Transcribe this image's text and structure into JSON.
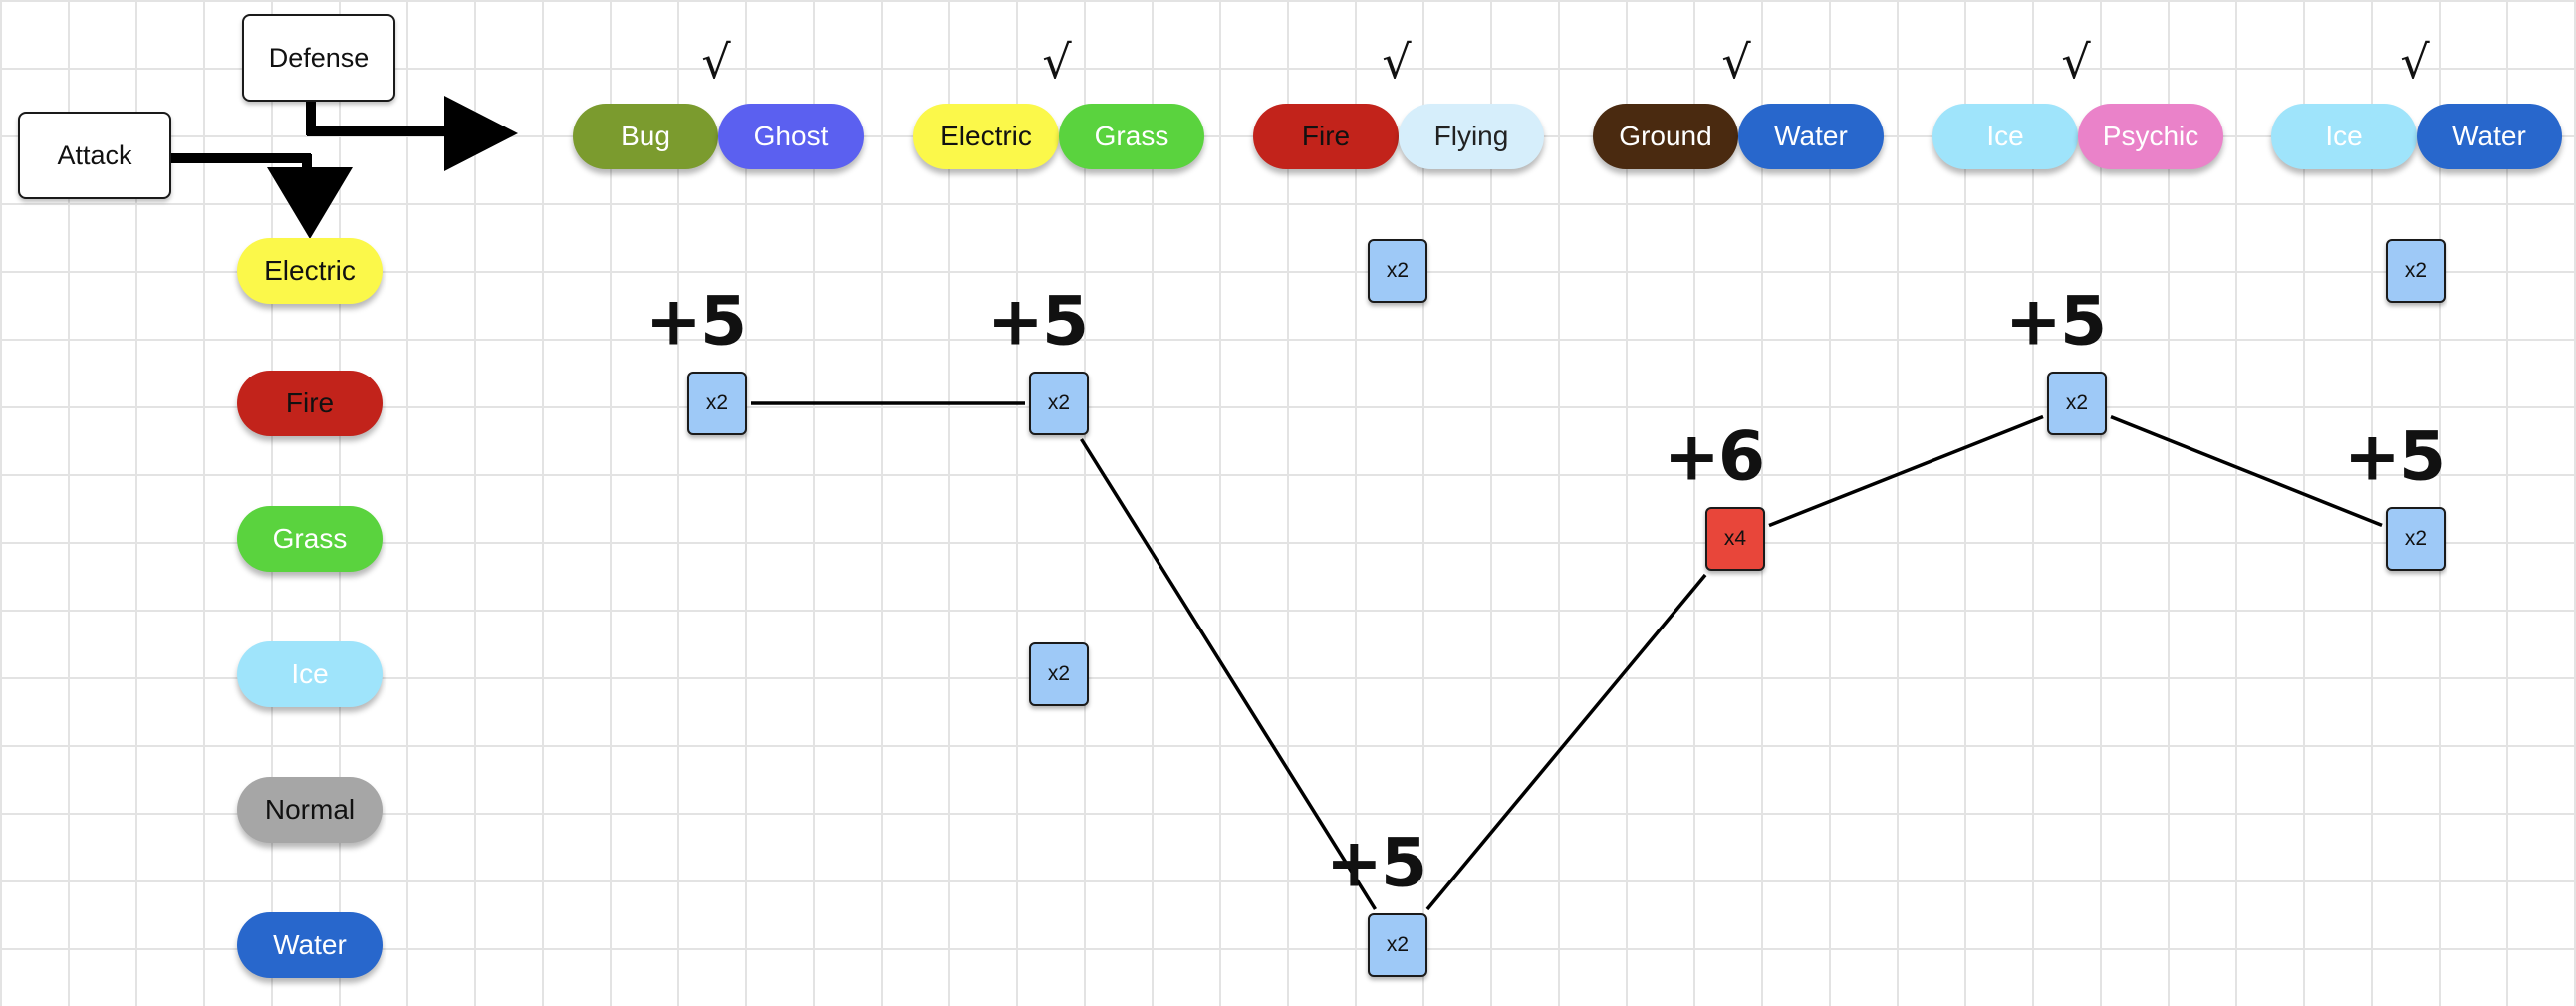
{
  "labels": {
    "attack": "Attack",
    "defense": "Defense"
  },
  "check_mark": "√",
  "colors": {
    "Bug": "#7b9b2e",
    "Ghost": "#5b60f0",
    "Electric": "#fbf84a",
    "Grass": "#5ad33e",
    "Fire": "#c2231b",
    "Flying": "#d6eefb",
    "Ground": "#4a2a10",
    "Water": "#2867cc",
    "Ice": "#9fe4fb",
    "Psychic": "#ea82c9",
    "Normal": "#a6a6a6",
    "multiplier_x2": "#9ec9f7",
    "multiplier_x4": "#e8463a"
  },
  "attack_types": [
    "Electric",
    "Fire",
    "Grass",
    "Ice",
    "Normal",
    "Water"
  ],
  "defense_pairs": [
    {
      "types": [
        "Bug",
        "Ghost"
      ],
      "checked": true
    },
    {
      "types": [
        "Electric",
        "Grass"
      ],
      "checked": true
    },
    {
      "types": [
        "Fire",
        "Flying"
      ],
      "checked": true
    },
    {
      "types": [
        "Ground",
        "Water"
      ],
      "checked": true
    },
    {
      "types": [
        "Ice",
        "Psychic"
      ],
      "checked": true
    },
    {
      "types": [
        "Ice",
        "Water"
      ],
      "checked": true
    }
  ],
  "multipliers": [
    {
      "defense": 0,
      "attack": "Fire",
      "label": "x2",
      "bonus": "+5",
      "path_order": 1
    },
    {
      "defense": 1,
      "attack": "Fire",
      "label": "x2",
      "bonus": "+5",
      "path_order": 2
    },
    {
      "defense": 1,
      "attack": "Ice",
      "label": "x2",
      "bonus": "",
      "path_order": null
    },
    {
      "defense": 2,
      "attack": "Electric",
      "label": "x2",
      "bonus": "",
      "path_order": null
    },
    {
      "defense": 2,
      "attack": "Water",
      "label": "x2",
      "bonus": "+5",
      "path_order": 3
    },
    {
      "defense": 3,
      "attack": "Grass",
      "label": "x4",
      "bonus": "+6",
      "path_order": 4
    },
    {
      "defense": 4,
      "attack": "Fire",
      "label": "x2",
      "bonus": "+5",
      "path_order": 5
    },
    {
      "defense": 5,
      "attack": "Electric",
      "label": "x2",
      "bonus": "",
      "path_order": null
    },
    {
      "defense": 5,
      "attack": "Grass",
      "label": "x2",
      "bonus": "+5",
      "path_order": 6
    }
  ]
}
